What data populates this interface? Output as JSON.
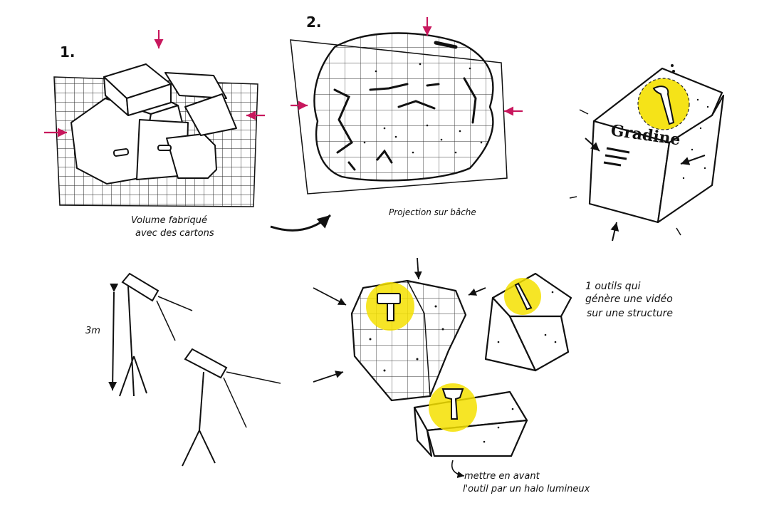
{
  "colors": {
    "ink": "#111111",
    "arrow": "#c8175d",
    "halo": "#f5e000"
  },
  "steps": {
    "step1": {
      "number": "1.",
      "caption_line1": "Volume fabriqué",
      "caption_line2": "avec des cartons"
    },
    "step2": {
      "number": "2.",
      "caption": "Projection sur bâche"
    }
  },
  "block": {
    "label": "Gradine"
  },
  "setup": {
    "height_label": "3m"
  },
  "notes": {
    "tools_line1": "1 outils qui",
    "tools_line2": "génère une vidéo",
    "tools_line3": "sur une structure",
    "halo_line1": "mettre en avant",
    "halo_line2": "l'outil par un halo lumineux"
  },
  "icons": [
    "hammer-icon",
    "chisel-icon",
    "flat-chisel-icon"
  ]
}
